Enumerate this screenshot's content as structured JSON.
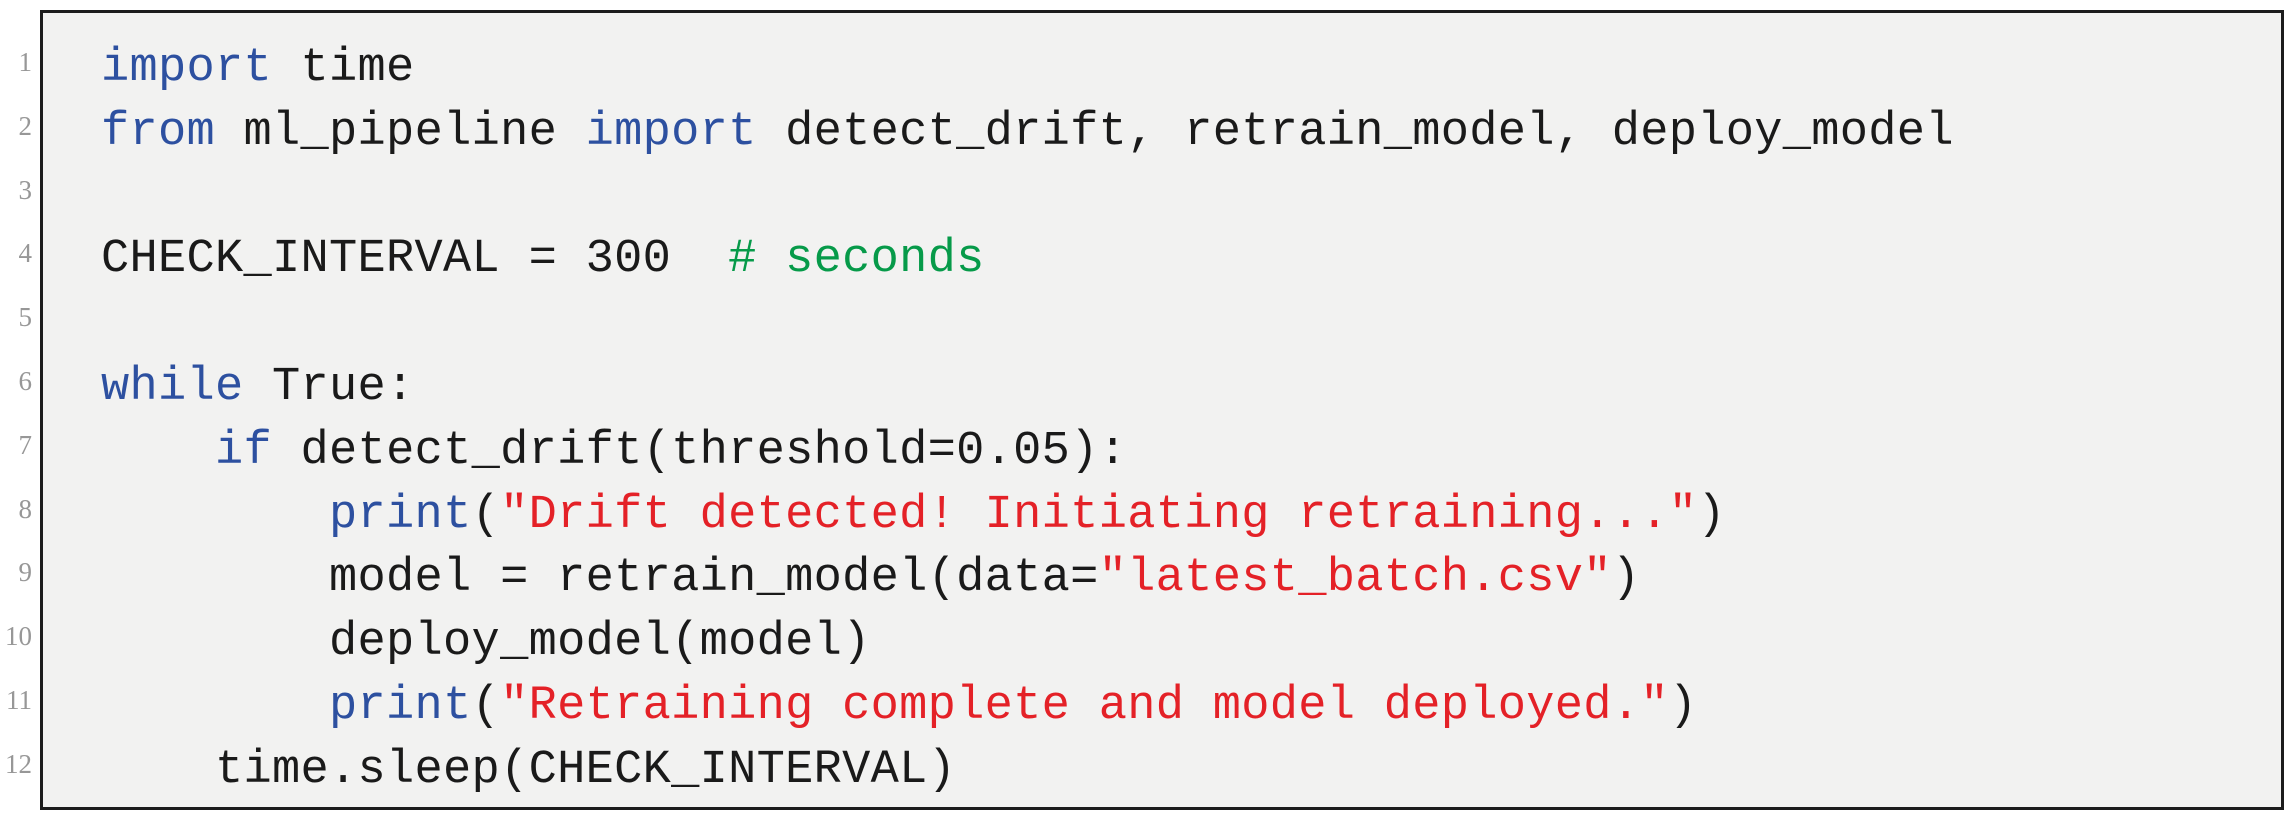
{
  "listing": {
    "page_background": "#ffffff",
    "background": "#f2f2f1",
    "frame_border_color": "#1c1c1c",
    "colors": {
      "keyword": "#2d50a0",
      "string": "#e42127",
      "comment": "#069a49",
      "code": "#1a1a1a",
      "line_number": "#979797"
    },
    "lines": [
      {
        "number": "1",
        "segments": [
          {
            "type": "keyword",
            "text": "import"
          },
          {
            "type": "plain",
            "text": " time"
          }
        ]
      },
      {
        "number": "2",
        "segments": [
          {
            "type": "keyword",
            "text": "from"
          },
          {
            "type": "plain",
            "text": " ml_pipeline "
          },
          {
            "type": "keyword",
            "text": "import"
          },
          {
            "type": "plain",
            "text": " detect_drift, retrain_model, deploy_model"
          }
        ]
      },
      {
        "number": "3",
        "segments": []
      },
      {
        "number": "4",
        "segments": [
          {
            "type": "plain",
            "text": "CHECK_INTERVAL = 300  "
          },
          {
            "type": "comment",
            "text": "# seconds"
          }
        ]
      },
      {
        "number": "5",
        "segments": []
      },
      {
        "number": "6",
        "segments": [
          {
            "type": "keyword",
            "text": "while"
          },
          {
            "type": "plain",
            "text": " True:"
          }
        ]
      },
      {
        "number": "7",
        "segments": [
          {
            "type": "plain",
            "text": "    "
          },
          {
            "type": "keyword",
            "text": "if"
          },
          {
            "type": "plain",
            "text": " detect_drift(threshold=0.05):"
          }
        ]
      },
      {
        "number": "8",
        "segments": [
          {
            "type": "plain",
            "text": "        "
          },
          {
            "type": "keyword",
            "text": "print"
          },
          {
            "type": "plain",
            "text": "("
          },
          {
            "type": "string",
            "text": "\"Drift detected! Initiating retraining...\""
          },
          {
            "type": "plain",
            "text": ")"
          }
        ]
      },
      {
        "number": "9",
        "segments": [
          {
            "type": "plain",
            "text": "        model = retrain_model(data="
          },
          {
            "type": "string",
            "text": "\"latest_batch.csv\""
          },
          {
            "type": "plain",
            "text": ")"
          }
        ]
      },
      {
        "number": "10",
        "segments": [
          {
            "type": "plain",
            "text": "        deploy_model(model)"
          }
        ]
      },
      {
        "number": "11",
        "segments": [
          {
            "type": "plain",
            "text": "        "
          },
          {
            "type": "keyword",
            "text": "print"
          },
          {
            "type": "plain",
            "text": "("
          },
          {
            "type": "string",
            "text": "\"Retraining complete and model deployed.\""
          },
          {
            "type": "plain",
            "text": ")"
          }
        ]
      },
      {
        "number": "12",
        "segments": [
          {
            "type": "plain",
            "text": "    time.sleep(CHECK_INTERVAL)"
          }
        ]
      }
    ]
  }
}
